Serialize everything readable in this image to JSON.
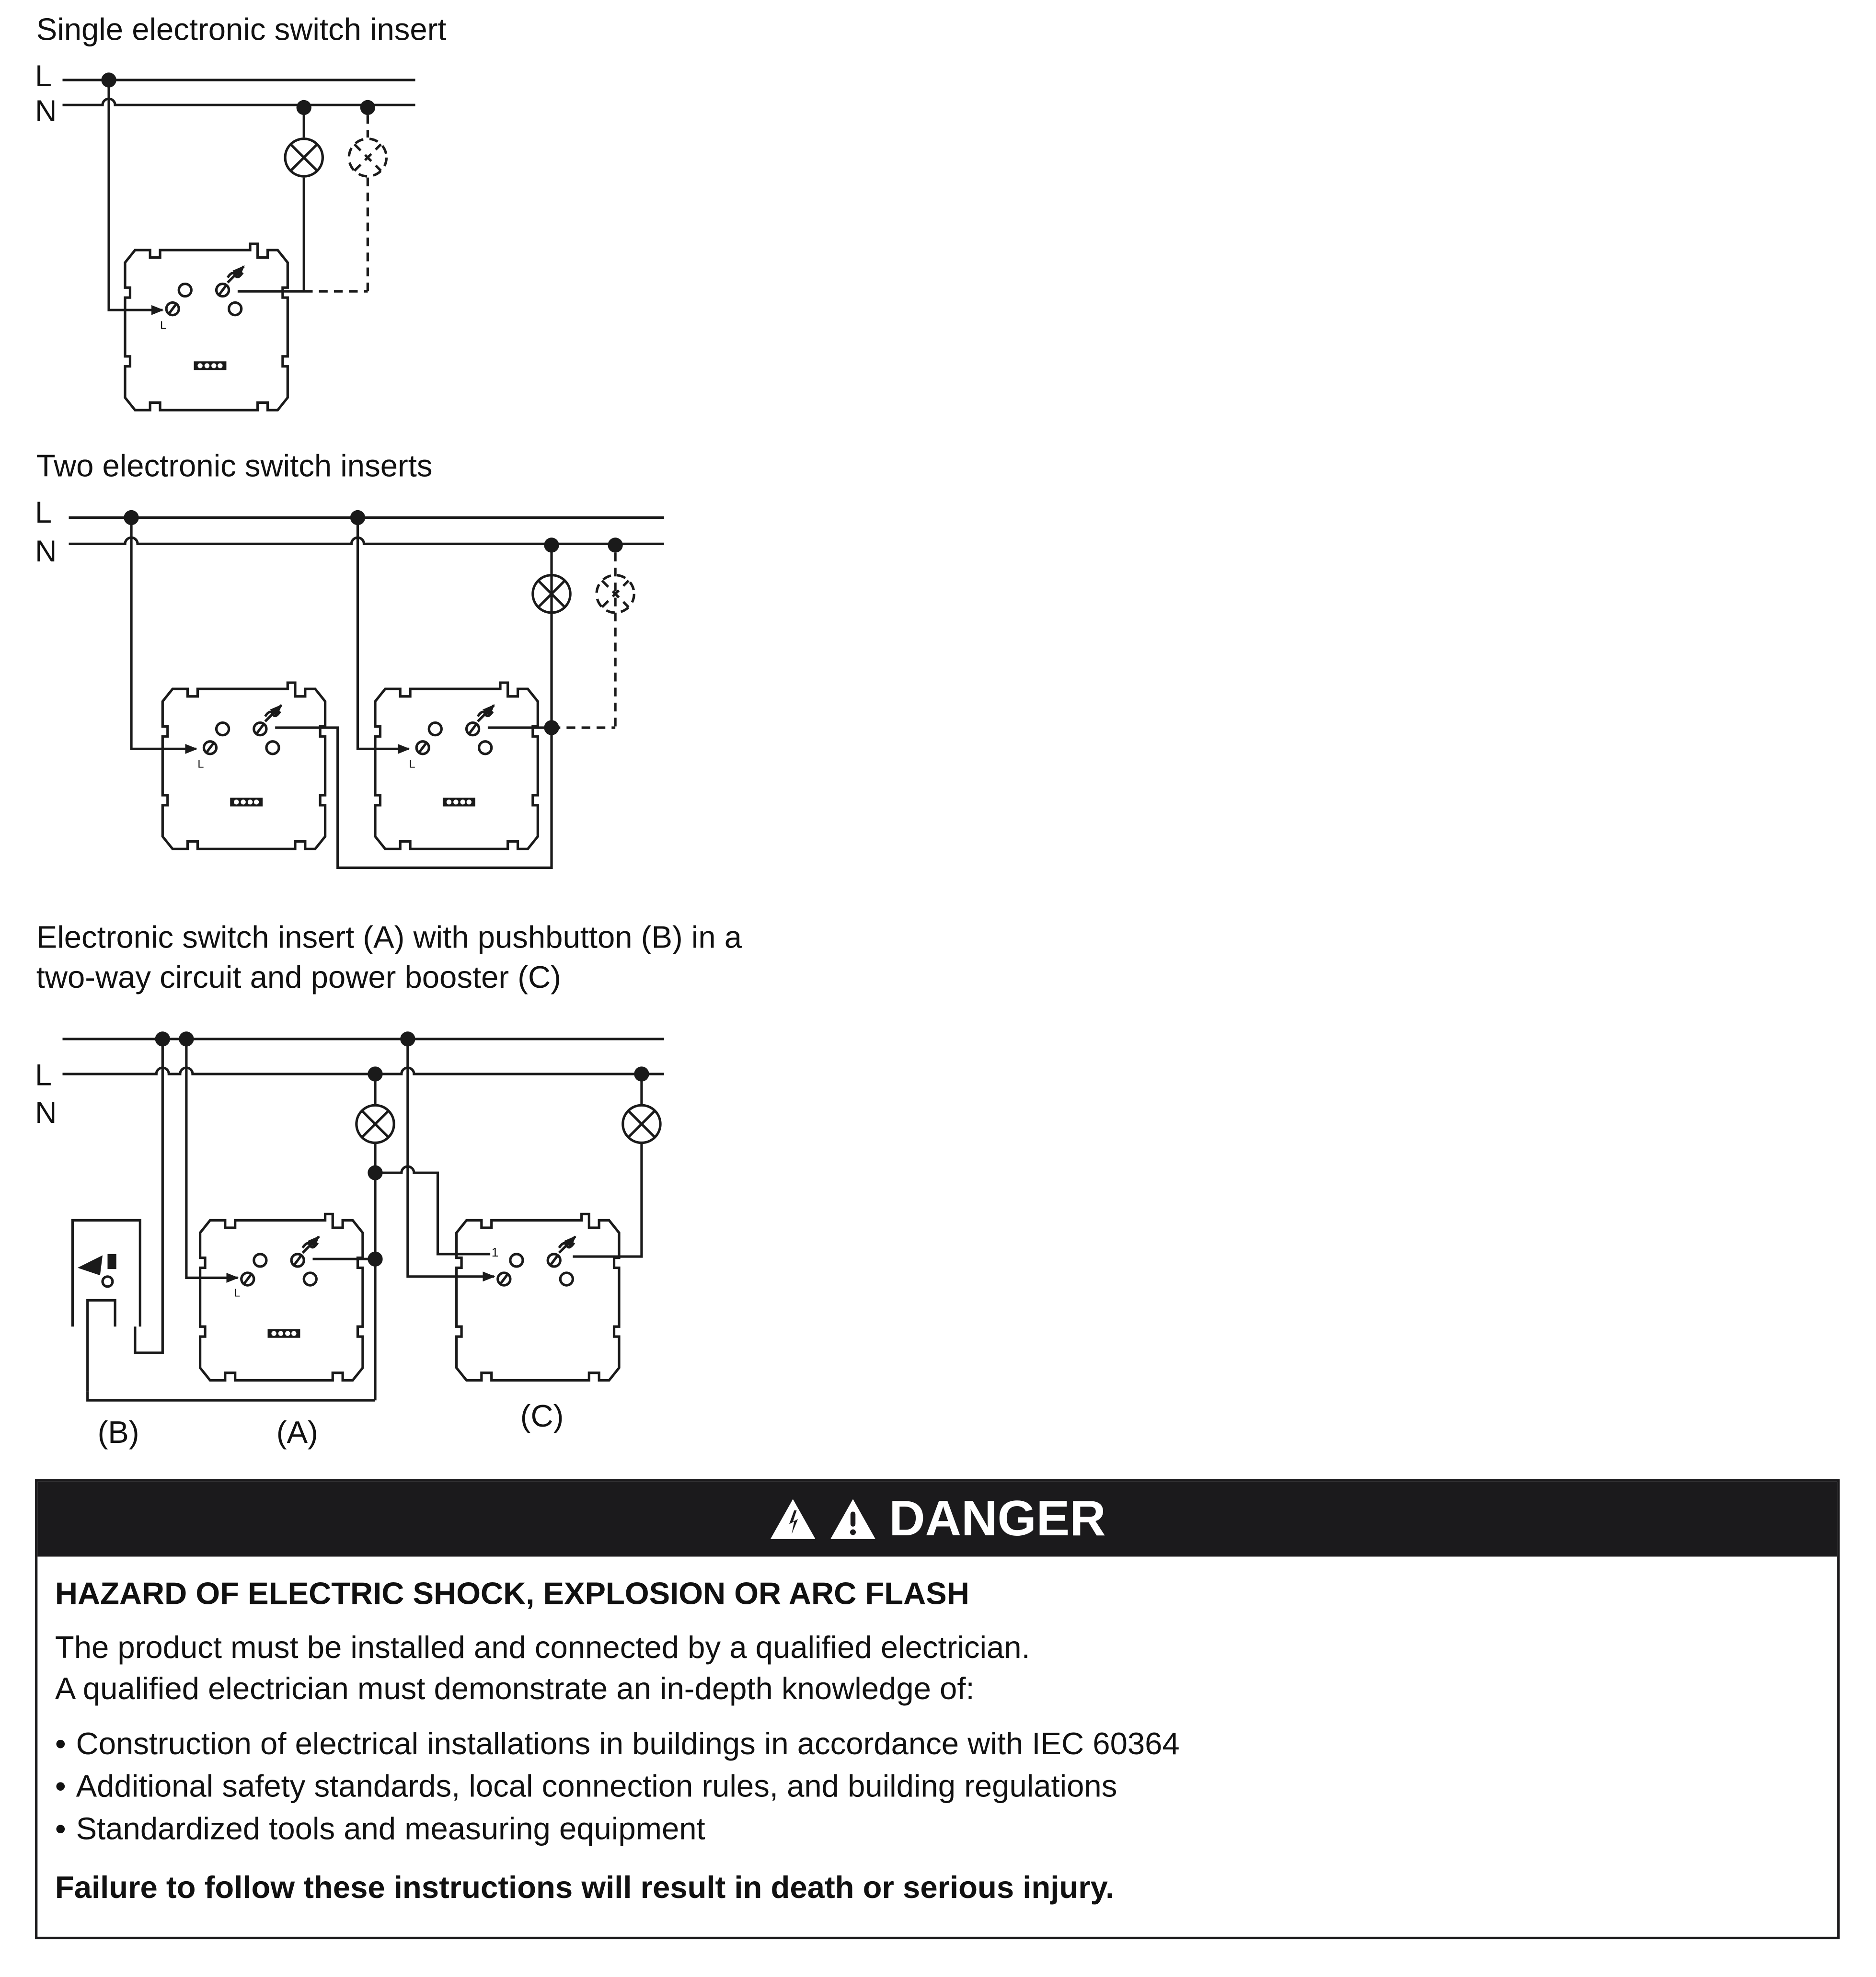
{
  "diagrams": [
    {
      "title": "Single electronic switch insert",
      "line_labels": {
        "live": "L",
        "neutral": "N"
      },
      "terminal_label": "L"
    },
    {
      "title": "Two electronic switch inserts",
      "line_labels": {
        "live": "L",
        "neutral": "N"
      },
      "terminal_label": "L"
    },
    {
      "title_line1": "Electronic switch insert (A) with pushbutton (B) in a",
      "title_line2": "two-way circuit and power booster (C)",
      "line_labels": {
        "live": "L",
        "neutral": "N"
      },
      "terminal_label": "L",
      "booster_terminal_label": "1",
      "component_labels": {
        "pushbutton": "(B)",
        "switch_insert": "(A)",
        "power_booster": "(C)"
      }
    }
  ],
  "danger": {
    "icons": [
      "electric-shock-warning-icon",
      "general-warning-icon"
    ],
    "title": "DANGER",
    "hazard": "HAZARD OF ELECTRIC SHOCK, EXPLOSION OR ARC FLASH",
    "paragraph_lines": [
      "The product must be installed and connected by a qualified electrician.",
      "A qualified electrician must demonstrate an in-depth knowledge of:"
    ],
    "requirements": [
      "Construction of electrical installations in buildings in accordance with IEC 60364",
      "Additional safety standards, local connection rules, and building regulations",
      "Standardized tools and measuring equipment"
    ],
    "consequence": "Failure to follow these instructions will result in death or serious injury.",
    "colors": {
      "header_bg": "#1b1a1c",
      "header_text": "#ffffff"
    }
  }
}
